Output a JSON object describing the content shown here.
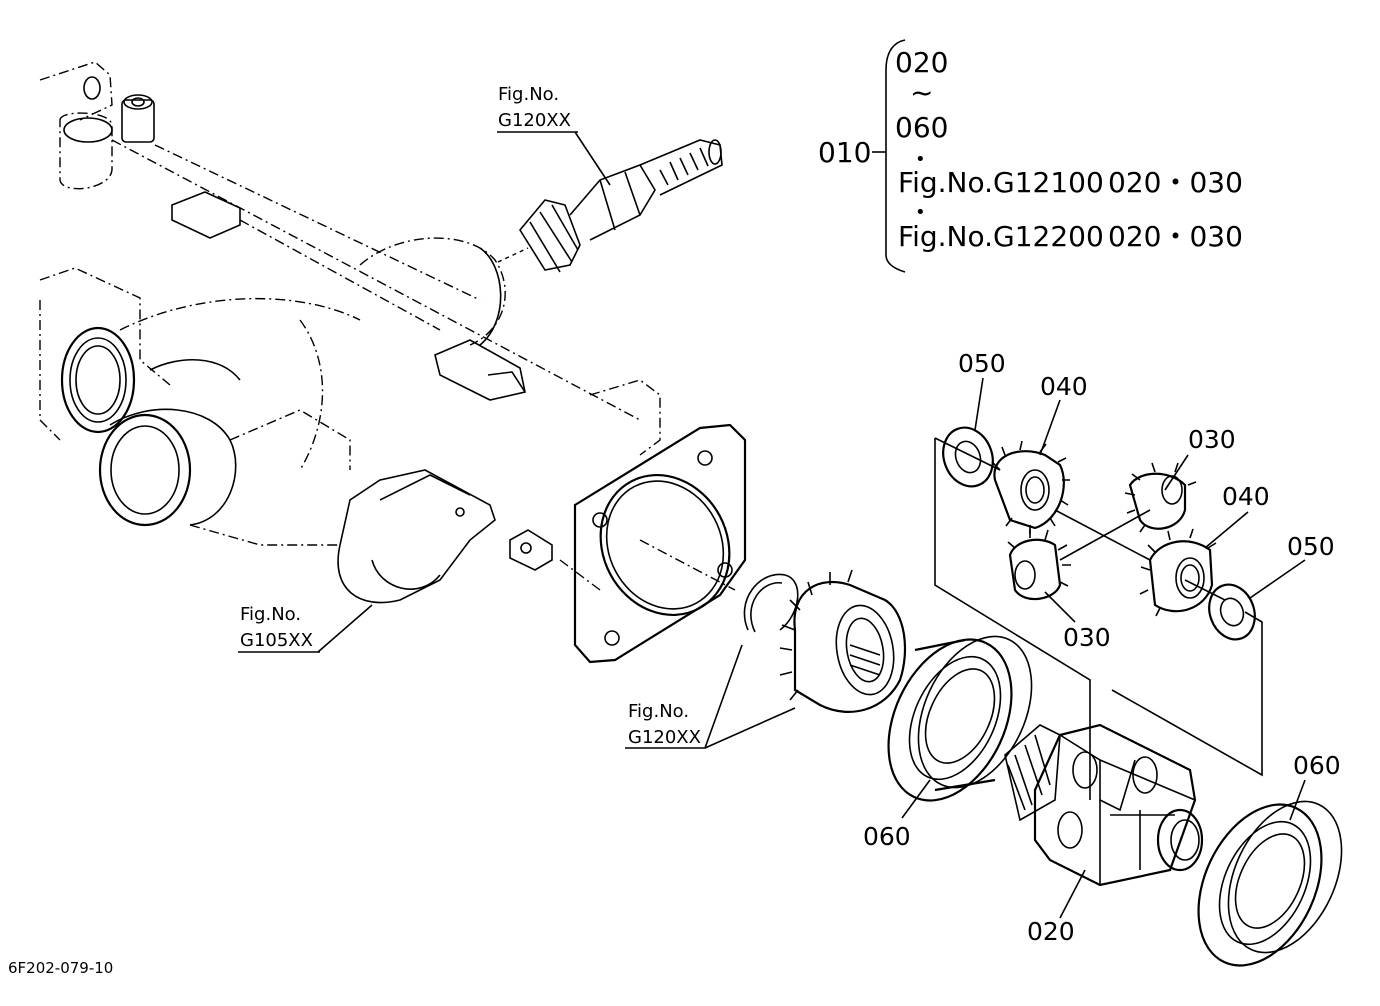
{
  "callouts": {
    "c010": "010",
    "range_start": "020",
    "range_tilde": "~",
    "range_end": "060",
    "bullet": "•",
    "fig_g12100": "Fig.No.G12100",
    "fig_g12100_parts": "020・030",
    "fig_g12200": "Fig.No.G12200",
    "fig_g12200_parts": "020・030",
    "p050_a": "050",
    "p040_a": "040",
    "p030_a": "030",
    "p040_b": "040",
    "p050_b": "050",
    "p030_b": "030",
    "p060_a": "060",
    "p060_b": "060",
    "p020": "020"
  },
  "references": {
    "pinion_fig": "Fig.No.",
    "pinion_code": "G120XX",
    "housing_fig": "Fig.No.",
    "housing_code": "G105XX",
    "gear_fig": "Fig.No.",
    "gear_code": "G120XX"
  },
  "drawing_id": "6F202-079-10"
}
